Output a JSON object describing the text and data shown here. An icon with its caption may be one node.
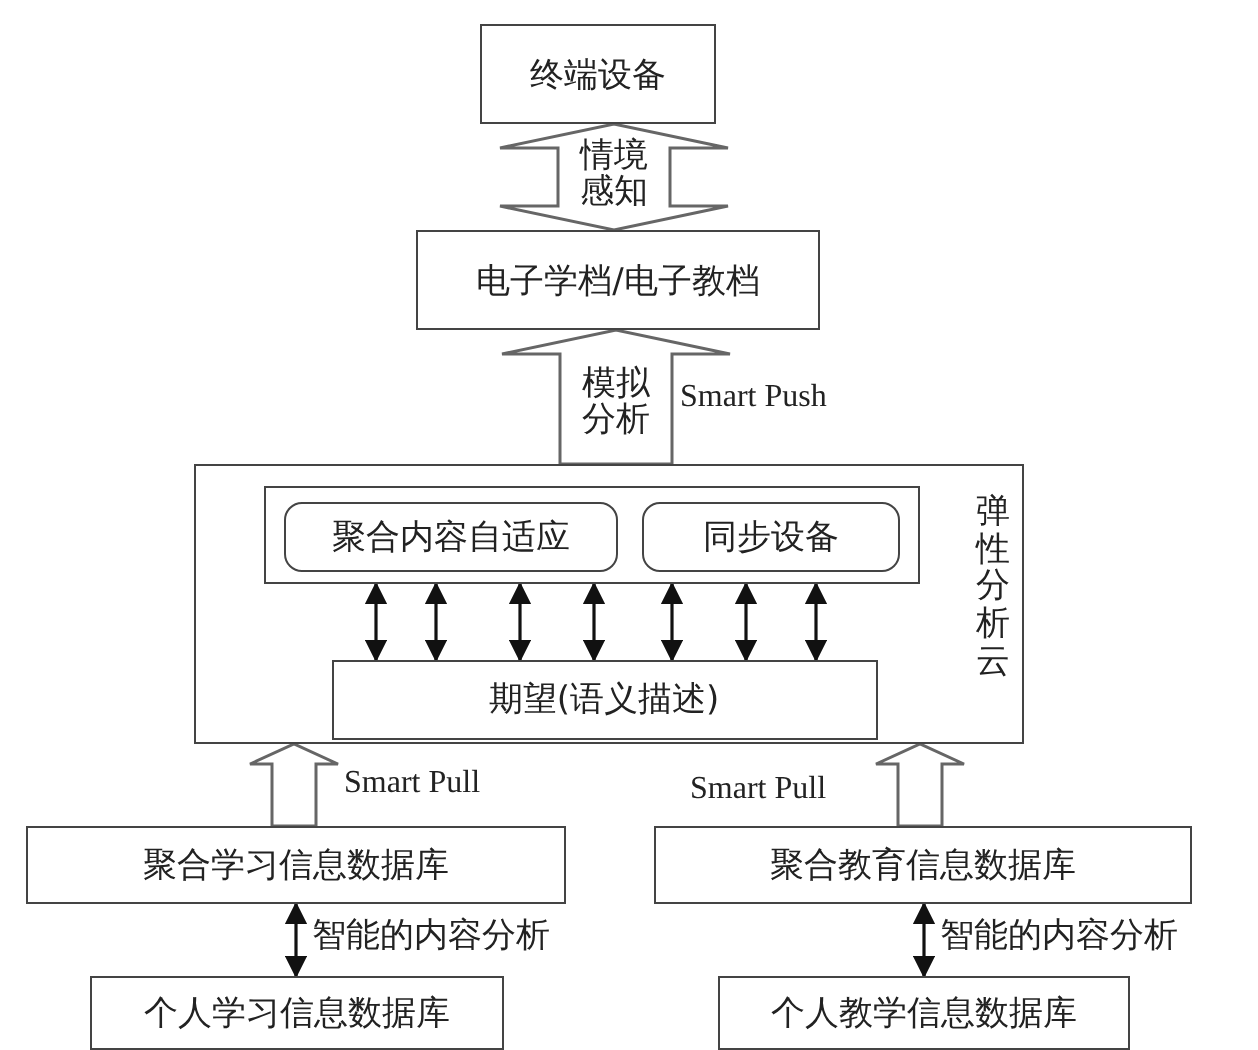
{
  "diagram": {
    "nodes": [
      {
        "text": [
          "终端设备"
        ]
      },
      {
        "text": [
          "电子学档/电子教档"
        ]
      },
      {
        "text": [
          "弹性分析云"
        ]
      },
      {
        "text": [],
        "shape": "box",
        "in": 2
      },
      {
        "text": [
          "聚合内容自适应"
        ],
        "in": 3
      },
      {
        "text": [
          "同步设备"
        ],
        "in": 3
      },
      {
        "text": [
          "期望(语义描述)"
        ],
        "in": 2
      },
      {
        "text": [
          "聚合学习信息数据库"
        ]
      },
      {
        "text": [
          "聚合教育信息数据库"
        ]
      },
      {
        "text": [
          "个人学习信息数据库"
        ]
      },
      {
        "text": [
          "个人教学信息数据库"
        ]
      }
    ],
    "edges": [
      {
        "from": 1,
        "to": 0,
        "arrow": "both",
        "style": "thick",
        "label": "情境感知"
      },
      {
        "from": 2,
        "to": 1,
        "arrow": "to",
        "style": "thick",
        "label": "模拟分析"
      },
      {
        "from": 3,
        "to": 6,
        "arrow": "both"
      },
      {
        "from": 3,
        "to": 6,
        "arrow": "both"
      },
      {
        "from": 3,
        "to": 6,
        "arrow": "both"
      },
      {
        "from": 3,
        "to": 6,
        "arrow": "both"
      },
      {
        "from": 3,
        "to": 6,
        "arrow": "both"
      },
      {
        "from": 3,
        "to": 6,
        "arrow": "both"
      },
      {
        "from": 3,
        "to": 6,
        "arrow": "both"
      },
      {
        "from": 7,
        "to": 2,
        "arrow": "to",
        "style": "thick"
      },
      {
        "from": 8,
        "to": 2,
        "arrow": "to",
        "style": "thick"
      },
      {
        "from": 7,
        "to": 9,
        "arrow": "both",
        "label": "智能的内容分析"
      },
      {
        "from": 8,
        "to": 10,
        "arrow": "both",
        "label": "智能的内容分析"
      }
    ],
    "labels": [
      "Smart Push",
      "Smart Pull",
      "Smart Pull"
    ]
  }
}
